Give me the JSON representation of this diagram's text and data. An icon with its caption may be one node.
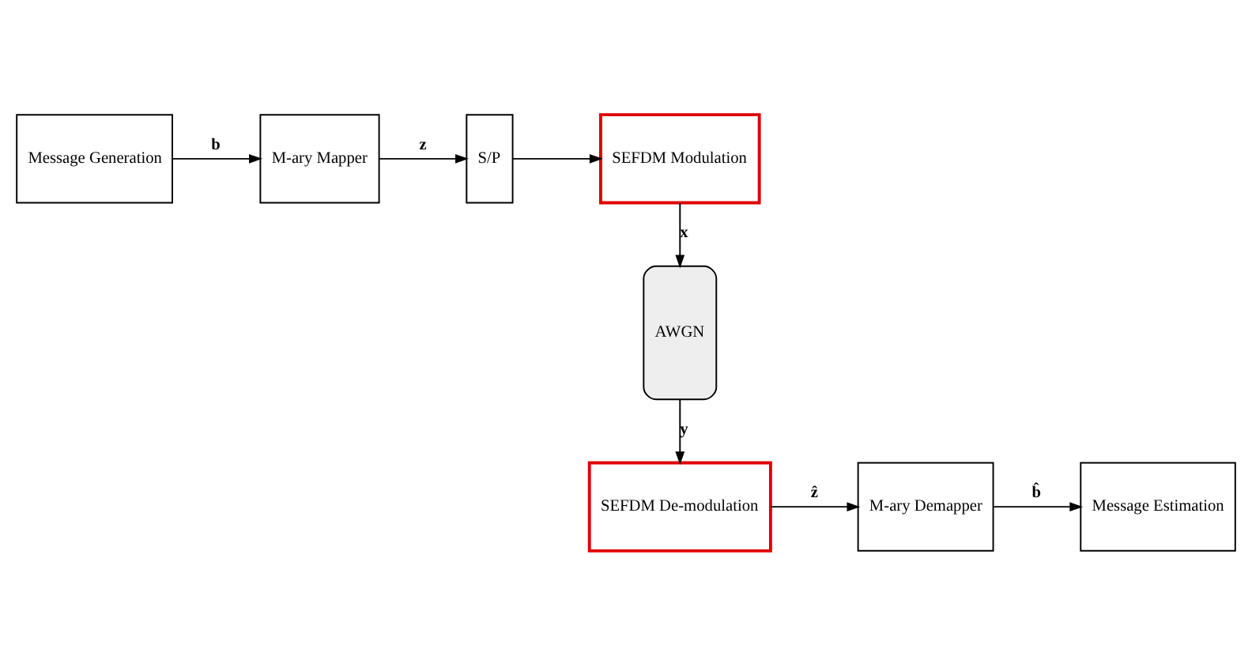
{
  "diagram": {
    "nodes": [
      {
        "text": [
          "Message Generation"
        ]
      },
      {
        "text": [
          "M-ary Mapper"
        ]
      },
      {
        "text": [
          "S/P"
        ]
      },
      {
        "text": [
          "SEFDM Modulation"
        ]
      },
      {
        "text": [
          "AWGN"
        ]
      },
      {
        "text": [
          "SEFDM De-modulation"
        ]
      },
      {
        "text": [
          "M-ary Demapper"
        ]
      },
      {
        "text": [
          "Message Estimation"
        ]
      }
    ],
    "edges": [
      {
        "from": 0,
        "to": 1,
        "arrow": "to",
        "label": "b"
      },
      {
        "from": 1,
        "to": 2,
        "arrow": "to",
        "label": "z"
      },
      {
        "from": 2,
        "to": 3,
        "arrow": "to"
      },
      {
        "from": 3,
        "to": 4,
        "arrow": "to",
        "label": "x"
      },
      {
        "from": 4,
        "to": 5,
        "arrow": "to",
        "label": "y"
      },
      {
        "from": 5,
        "to": 6,
        "arrow": "to",
        "label": "ẑ"
      },
      {
        "from": 6,
        "to": 7,
        "arrow": "to",
        "label": "b̂"
      }
    ]
  }
}
